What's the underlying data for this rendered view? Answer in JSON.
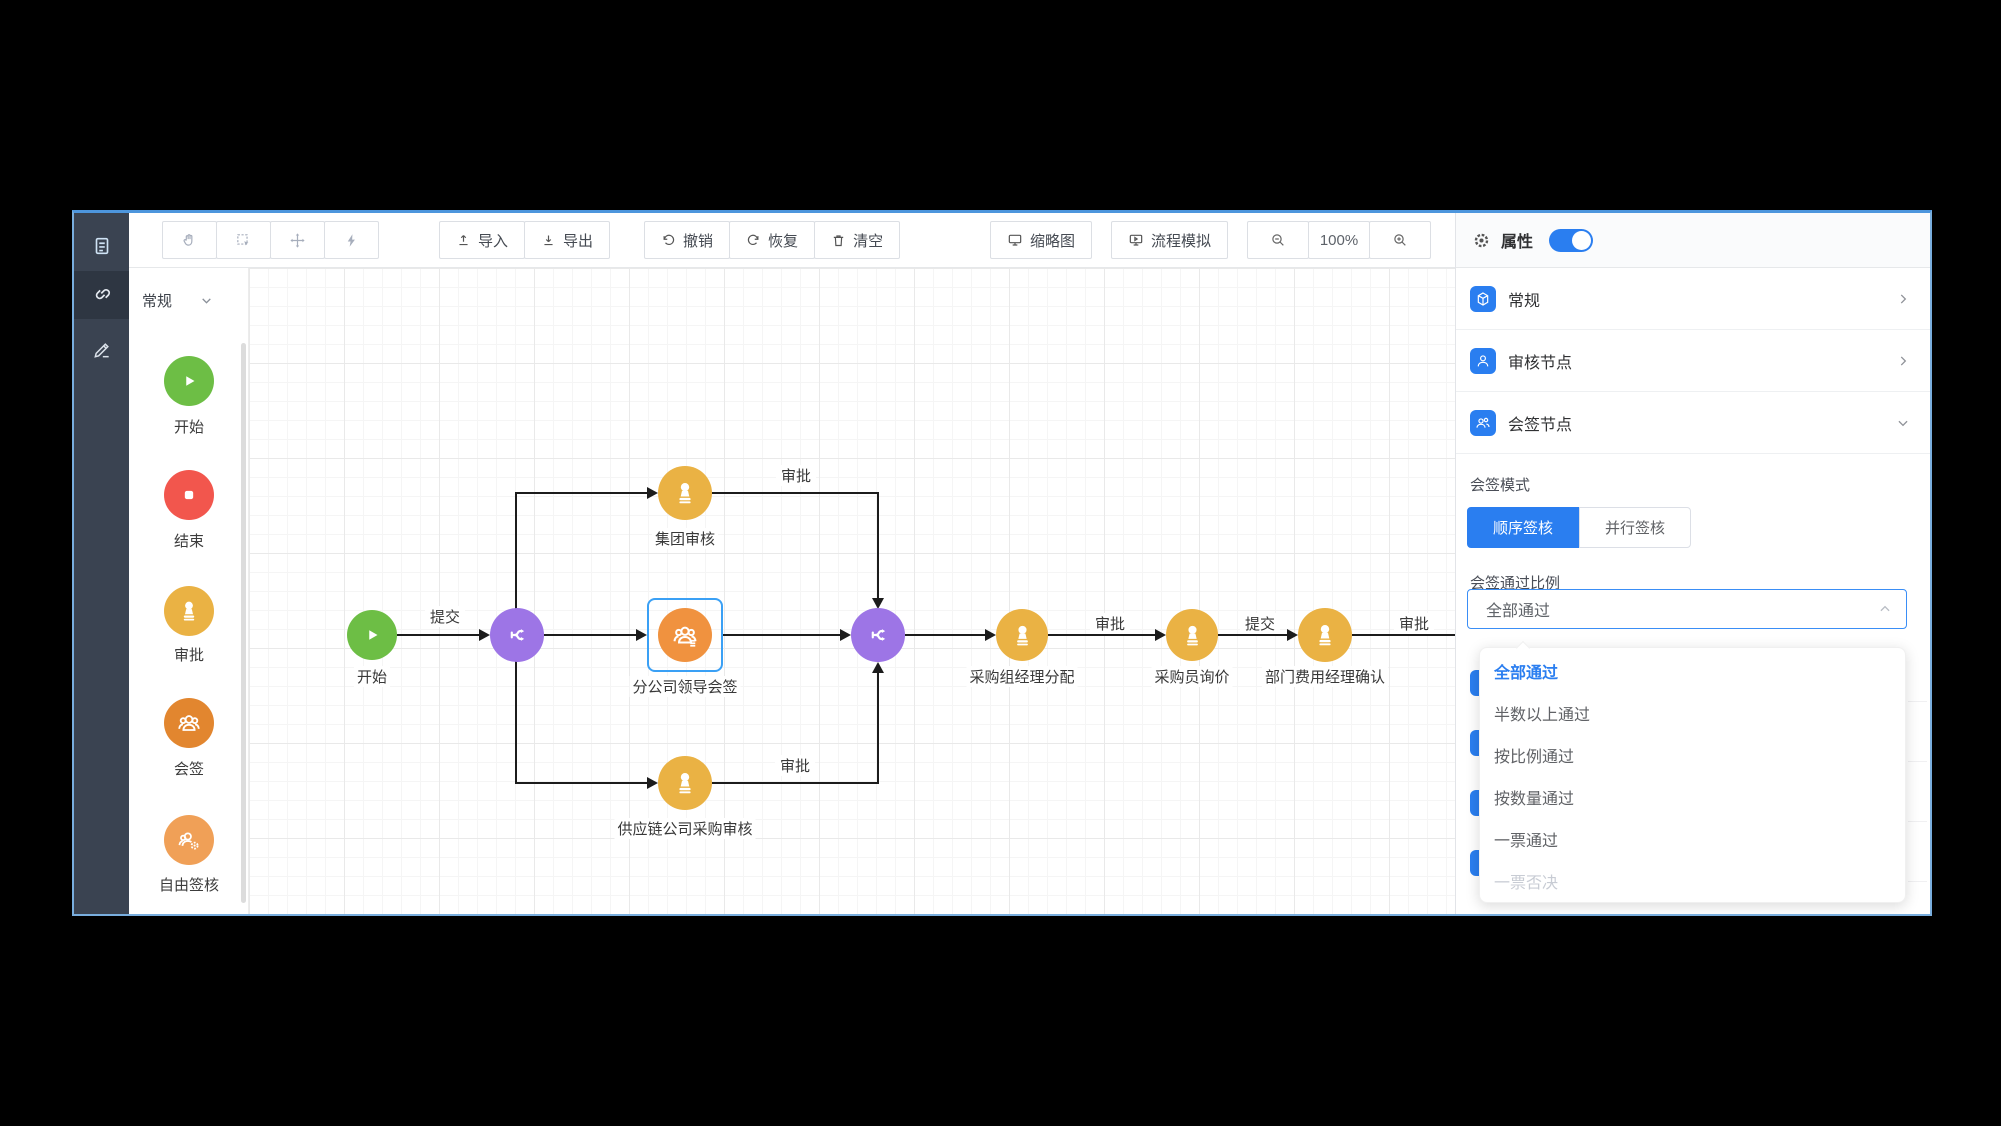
{
  "colors": {
    "accent": "#2a7ef0",
    "start_green": "#6dbe45",
    "end_red": "#f2564d",
    "approve_gold": "#eab244",
    "countersign_orange": "#e2862f",
    "countersign_node": "#f0923f",
    "freesign_orange": "#f0a057",
    "gateway_purple": "#9d75e6",
    "selection_blue": "#3aa0f5",
    "window_border": "#79aede"
  },
  "rail": {
    "icons": [
      {
        "name": "form-document-icon"
      },
      {
        "name": "flow-links-icon",
        "selected": true
      },
      {
        "name": "pencil-icon"
      }
    ]
  },
  "palette": {
    "header": "常规",
    "items": [
      {
        "label": "开始",
        "type": "start"
      },
      {
        "label": "结束",
        "type": "end"
      },
      {
        "label": "审批",
        "type": "approve"
      },
      {
        "label": "会签",
        "type": "countersign"
      },
      {
        "label": "自由签核",
        "type": "freesign"
      }
    ]
  },
  "toolbar": {
    "icon_buttons": [
      {
        "name": "hand-pan-icon"
      },
      {
        "name": "marquee-select-icon"
      },
      {
        "name": "move-icon"
      },
      {
        "name": "lightning-icon"
      }
    ],
    "import": "导入",
    "export": "导出",
    "undo": "撤销",
    "redo": "恢复",
    "clear": "清空",
    "thumbnail": "缩略图",
    "simulate": "流程模拟",
    "zoom_level": "100%"
  },
  "canvas": {
    "nodes": [
      {
        "label": "开始",
        "type": "start"
      },
      {
        "label": "集团审核",
        "type": "approve"
      },
      {
        "label": "分公司领导会签",
        "type": "countersign",
        "selected": true
      },
      {
        "label": "供应链公司采购审核",
        "type": "approve"
      },
      {
        "label": "采购组经理分配",
        "type": "approve"
      },
      {
        "label": "采购员询价",
        "type": "approve"
      },
      {
        "label": "部门费用经理确认",
        "type": "approve"
      }
    ],
    "edge_labels": [
      {
        "text": "提交"
      },
      {
        "text": "审批"
      },
      {
        "text": "审批"
      },
      {
        "text": "审批"
      },
      {
        "text": "提交"
      },
      {
        "text": "审批"
      }
    ]
  },
  "panel": {
    "title": "属性",
    "toggle_on": true,
    "sections": [
      {
        "label": "常规",
        "state": "collapsed"
      },
      {
        "label": "审核节点",
        "state": "collapsed"
      },
      {
        "label": "会签节点",
        "state": "expanded"
      }
    ],
    "sign_mode": {
      "label": "会签模式",
      "options": [
        {
          "label": "顺序签核",
          "selected": true
        },
        {
          "label": "并行签核",
          "selected": false
        }
      ]
    },
    "pass_ratio": {
      "label": "会签通过比例",
      "value": "全部通过",
      "options": [
        {
          "label": "全部通过",
          "selected": true
        },
        {
          "label": "半数以上通过"
        },
        {
          "label": "按比例通过"
        },
        {
          "label": "按数量通过"
        },
        {
          "label": "一票通过"
        },
        {
          "label": "一票否决",
          "disabled": true
        }
      ]
    }
  }
}
